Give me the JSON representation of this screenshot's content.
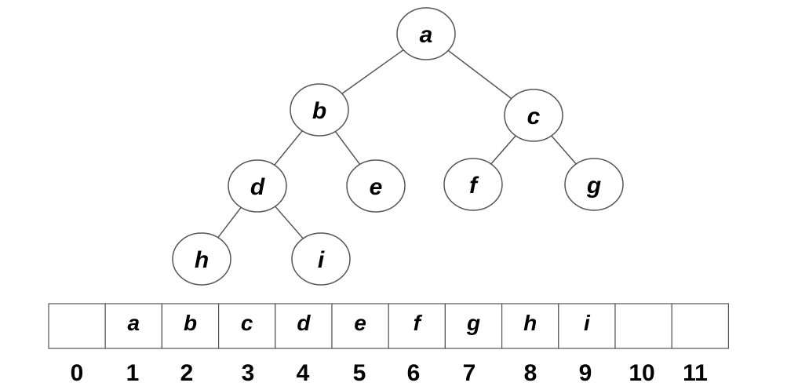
{
  "tree": {
    "nodes": [
      {
        "id": "a",
        "label": "a"
      },
      {
        "id": "b",
        "label": "b"
      },
      {
        "id": "c",
        "label": "c"
      },
      {
        "id": "d",
        "label": "d"
      },
      {
        "id": "e",
        "label": "e"
      },
      {
        "id": "f",
        "label": "f"
      },
      {
        "id": "g",
        "label": "g"
      },
      {
        "id": "h",
        "label": "h"
      },
      {
        "id": "i",
        "label": "i"
      }
    ],
    "edges": [
      [
        "a",
        "b"
      ],
      [
        "a",
        "c"
      ],
      [
        "b",
        "d"
      ],
      [
        "b",
        "e"
      ],
      [
        "c",
        "f"
      ],
      [
        "c",
        "g"
      ],
      [
        "d",
        "h"
      ],
      [
        "d",
        "i"
      ]
    ]
  },
  "array": {
    "cells": [
      "",
      "a",
      "b",
      "c",
      "d",
      "e",
      "f",
      "g",
      "h",
      "i",
      "",
      ""
    ],
    "indices": [
      "0",
      "1",
      "2",
      "3",
      "4",
      "5",
      "6",
      "7",
      "8",
      "9",
      "10",
      "11"
    ]
  },
  "colors": {
    "line": "#555555",
    "node_fill": "#ffffff",
    "text": "#000000"
  }
}
